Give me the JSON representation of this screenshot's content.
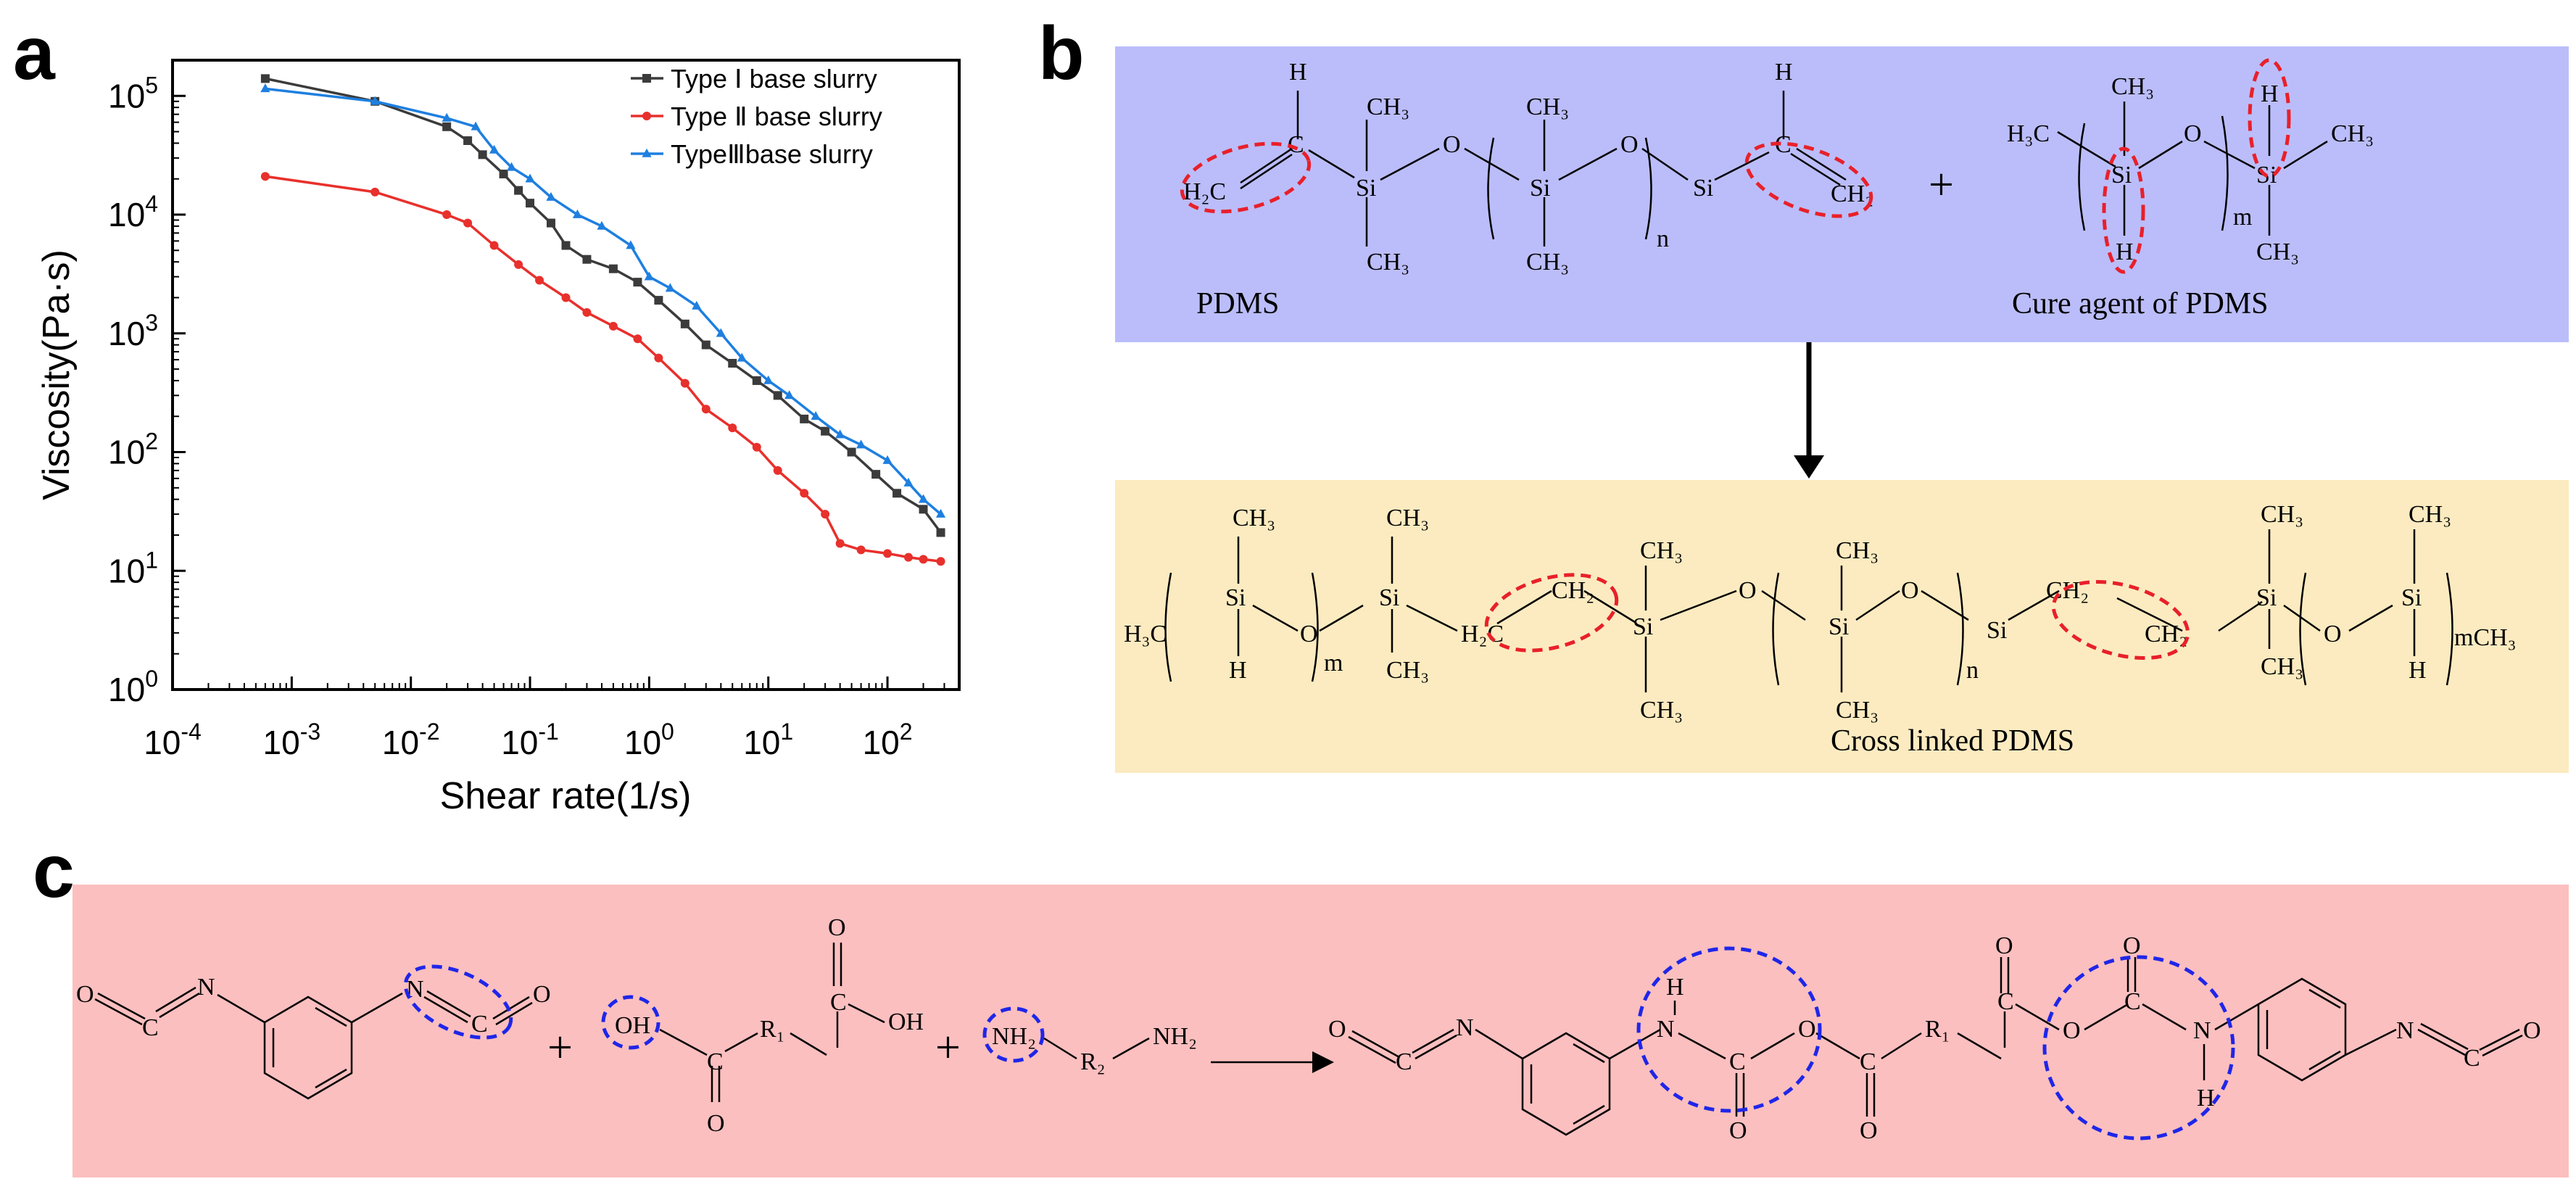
{
  "panels": {
    "a": "a",
    "b": "b",
    "c": "c"
  },
  "chart_data": {
    "type": "line",
    "xscale": "log",
    "yscale": "log",
    "xlabel": "Shear rate(1/s)",
    "ylabel": "Viscosity(Pa·s)",
    "xlim": [
      0.0001,
      400
    ],
    "ylim": [
      1,
      200000
    ],
    "xticks": [
      {
        "value": 0.0001,
        "base": "10",
        "exp": "-4"
      },
      {
        "value": 0.001,
        "base": "10",
        "exp": "-3"
      },
      {
        "value": 0.01,
        "base": "10",
        "exp": "-2"
      },
      {
        "value": 0.1,
        "base": "10",
        "exp": "-1"
      },
      {
        "value": 1,
        "base": "10",
        "exp": "0"
      },
      {
        "value": 10,
        "base": "10",
        "exp": "1"
      },
      {
        "value": 100,
        "base": "10",
        "exp": "2"
      }
    ],
    "yticks": [
      {
        "value": 1,
        "base": "10",
        "exp": "0"
      },
      {
        "value": 10,
        "base": "10",
        "exp": "1"
      },
      {
        "value": 100,
        "base": "10",
        "exp": "2"
      },
      {
        "value": 1000,
        "base": "10",
        "exp": "3"
      },
      {
        "value": 10000,
        "base": "10",
        "exp": "4"
      },
      {
        "value": 100000,
        "base": "10",
        "exp": "5"
      }
    ],
    "legend_position": "top-right",
    "grid": false,
    "series": [
      {
        "name": "Type Ⅰ base slurry",
        "color": "#3b3b3b",
        "marker": "square",
        "x": [
          0.0006,
          0.005,
          0.02,
          0.03,
          0.04,
          0.06,
          0.08,
          0.1,
          0.15,
          0.2,
          0.3,
          0.5,
          0.8,
          1.2,
          2,
          3,
          5,
          8,
          12,
          20,
          30,
          50,
          80,
          120,
          200,
          280
        ],
        "y": [
          140000,
          90000,
          55000,
          42000,
          32000,
          22000,
          16000,
          12500,
          8500,
          5500,
          4200,
          3500,
          2700,
          1900,
          1200,
          800,
          560,
          400,
          300,
          190,
          150,
          100,
          65,
          45,
          33,
          21
        ]
      },
      {
        "name": "Type Ⅱ base slurry",
        "color": "#e8302c",
        "marker": "circle",
        "x": [
          0.0006,
          0.005,
          0.02,
          0.03,
          0.05,
          0.08,
          0.12,
          0.2,
          0.3,
          0.5,
          0.8,
          1.2,
          2,
          3,
          5,
          8,
          12,
          20,
          30,
          40,
          60,
          100,
          150,
          200,
          280
        ],
        "y": [
          21000,
          15500,
          10000,
          8500,
          5500,
          3800,
          2800,
          2000,
          1500,
          1150,
          900,
          620,
          380,
          230,
          160,
          110,
          70,
          45,
          30,
          17,
          15,
          14,
          13,
          12.5,
          12
        ]
      },
      {
        "name": "TypeⅢbase slurry",
        "color": "#1e7fe0",
        "marker": "triangle",
        "x": [
          0.0006,
          0.005,
          0.02,
          0.035,
          0.05,
          0.07,
          0.1,
          0.15,
          0.25,
          0.4,
          0.7,
          1,
          1.5,
          2.5,
          4,
          6,
          10,
          15,
          25,
          40,
          60,
          100,
          150,
          200,
          280
        ],
        "y": [
          115000,
          90000,
          65000,
          55000,
          35000,
          25000,
          20000,
          14000,
          10000,
          8000,
          5500,
          3000,
          2400,
          1700,
          1000,
          620,
          400,
          300,
          200,
          140,
          115,
          85,
          55,
          40,
          30
        ]
      }
    ]
  },
  "diagram_b": {
    "top": {
      "pdms_label": "PDMS",
      "cure_label": "Cure agent of PDMS",
      "plus": "+",
      "atoms": {
        "h": "H",
        "c": "C",
        "ch3": "CH₃",
        "h2c": "H₂C",
        "ch2": "CH₂",
        "si": "Si",
        "o": "O",
        "n": "n",
        "m": "m",
        "h3c": "H₃C"
      }
    },
    "bottom": {
      "label": "Cross linked PDMS",
      "atoms": {
        "h3c": "H₃C",
        "si": "Si",
        "ch3": "CH₃",
        "h": "H",
        "o": "O",
        "m": "m",
        "n": "n",
        "h2c": "H₂C",
        "ch2": "CH₂",
        "mch3": "mCH₃"
      }
    }
  },
  "diagram_c": {
    "plus": "+",
    "atoms": {
      "o": "O",
      "c": "C",
      "n": "N",
      "h": "H",
      "oh": "OH",
      "nh2": "NH₂",
      "r1": "R₁",
      "r2": "R₂"
    }
  }
}
